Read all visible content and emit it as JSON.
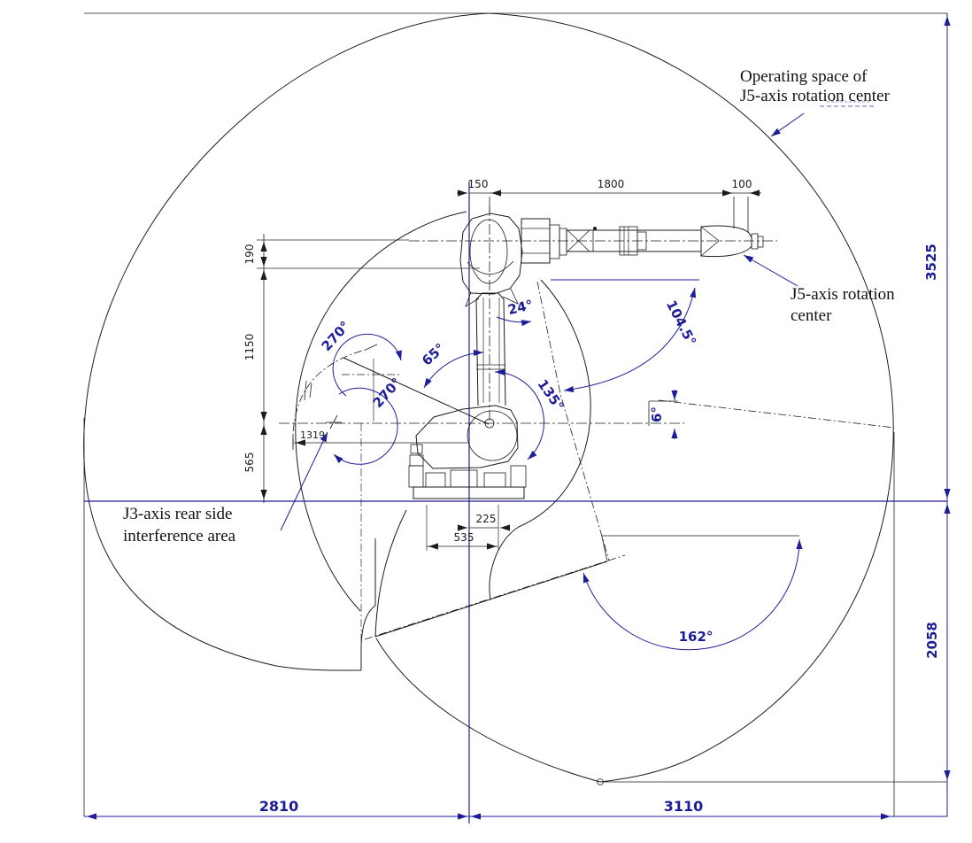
{
  "colors": {
    "line_blue": "#1e1e9a",
    "line_black": "#1c1c1c",
    "background": "#ffffff"
  },
  "annotations": {
    "operating_space": {
      "line1": "Operating space of",
      "line2": "J5-axis rotation center"
    },
    "j5_rotation_center": {
      "line1": "J5-axis rotation",
      "line2": "center"
    },
    "j3_rear_interference": {
      "line1": "J3-axis rear side",
      "line2": "interference area"
    }
  },
  "dims": {
    "top": {
      "d150": "150",
      "d1800": "1800",
      "d100": "100"
    },
    "left": {
      "d190": "190",
      "d1150": "1150",
      "d565": "565"
    },
    "base": {
      "d1319": "1319",
      "d225": "225",
      "d535": "535"
    },
    "right": {
      "d3525": "3525",
      "d2058": "2058"
    },
    "bottom": {
      "d2810": "2810",
      "d3110": "3110"
    }
  },
  "angles": {
    "j1_cw": "270°",
    "j1_ccw": "270°",
    "a65": "65°",
    "a24": "24°",
    "a135": "135°",
    "a104_5": "104.5°",
    "a6": "6°",
    "a162": "162°"
  }
}
